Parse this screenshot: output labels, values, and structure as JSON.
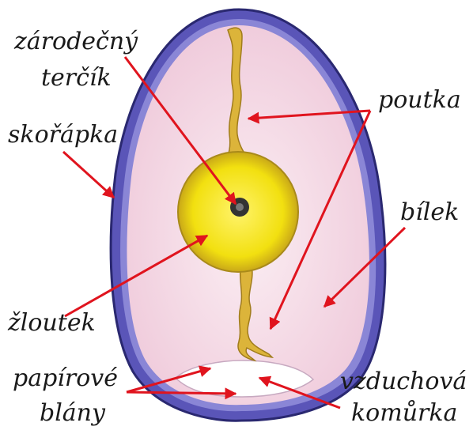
{
  "labels": {
    "germinal_disc": [
      "zárodečný",
      "terčík"
    ],
    "chalazae": "poutka",
    "shell": "skořápka",
    "albumen": "bílek",
    "yolk": "žloutek",
    "membranes": [
      "papírové",
      "blány"
    ],
    "air_cell": [
      "vzduchová",
      "komůrka"
    ]
  },
  "colors": {
    "shell": "#5a55b8",
    "albumen": "#f7dfe8",
    "yolk": "#f2e010",
    "chalaza": "#dcb43a",
    "arrow": "#e0141e",
    "air_cell": "#ffffff"
  }
}
